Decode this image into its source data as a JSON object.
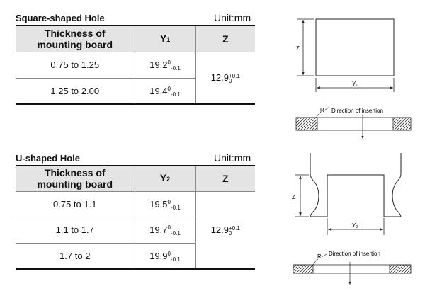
{
  "square": {
    "title": "Square-shaped Hole",
    "unit": "Unit:mm",
    "headers": {
      "thickness": "Thickness of\nmounting board",
      "y": "Y",
      "y_sub": "1",
      "z": "Z"
    },
    "rows": [
      {
        "thickness": "0.75 to 1.25",
        "y": "19.2",
        "y_sup": "0",
        "y_sub": "-0.1"
      },
      {
        "thickness": "1.25 to 2.00",
        "y": "19.4",
        "y_sup": "0",
        "y_sub": "-0.1"
      }
    ],
    "z": {
      "value": "12.9",
      "upper": "+0.1",
      "lower": "0"
    }
  },
  "u_shaped": {
    "title": "U-shaped Hole",
    "unit": "Unit:mm",
    "headers": {
      "thickness": "Thickness of\nmounting board",
      "y": "Y",
      "y_sub": "2",
      "z": "Z"
    },
    "rows": [
      {
        "thickness": "0.75 to 1.1",
        "y": "19.5",
        "y_sup": "0",
        "y_sub": "-0.1"
      },
      {
        "thickness": "1.1 to 1.7",
        "y": "19.7",
        "y_sup": "0",
        "y_sub": "-0.1"
      },
      {
        "thickness": "1.7 to 2",
        "y": "19.9",
        "y_sup": "0",
        "y_sub": "-0.1"
      }
    ],
    "z": {
      "value": "12.9",
      "upper": "+0.1",
      "lower": "0"
    }
  },
  "diagrams": {
    "square_front": {
      "z_label": "Z",
      "y_label": "Y",
      "y_sub": "1"
    },
    "square_section": {
      "r_label": "R",
      "direction_label": "Direction of insertion"
    },
    "u_front": {
      "z_label": "Z",
      "y_label": "Y",
      "y_sub": "2"
    },
    "u_section": {
      "r_label": "R",
      "direction_label": "Direction of insertion"
    }
  }
}
